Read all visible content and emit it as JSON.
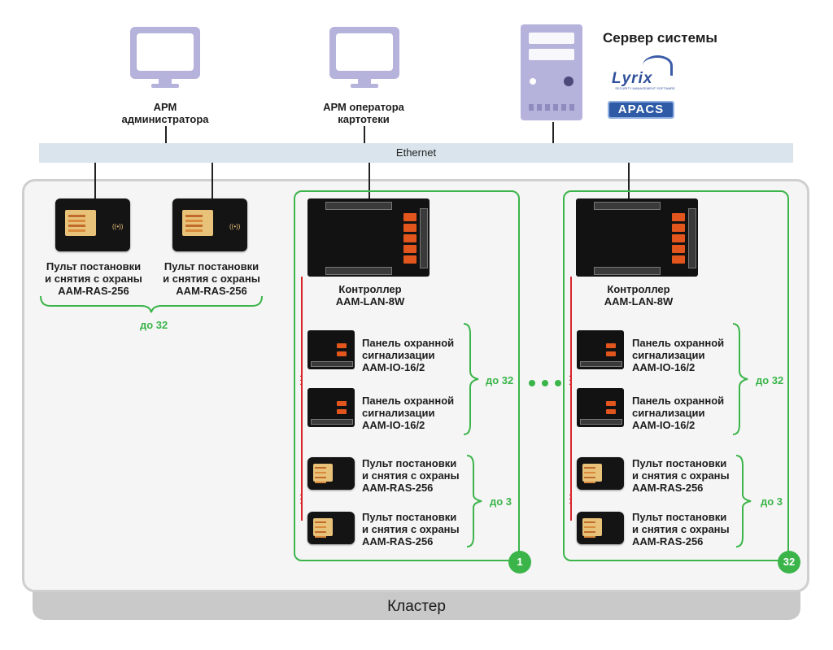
{
  "server": {
    "title": "Сервер системы",
    "logo_lyrix": "Lyrix",
    "logo_lyrix_tagline": "SECURITY MANAGEMENT SOFTWARE",
    "logo_apacs": "APACS"
  },
  "workstations": {
    "admin_line1": "АРМ",
    "admin_line2": "администратора",
    "operator_line1": "АРМ оператора",
    "operator_line2": "картотеки"
  },
  "network": {
    "ethernet": "Ethernet"
  },
  "keypad": {
    "line1": "Пульт постановки",
    "line2": "и снятия с охраны",
    "line3": "AAM-RAS-256"
  },
  "controller": {
    "line1": "Контроллер",
    "line2": "AAM-LAN-8W"
  },
  "io_panel": {
    "line1": "Панель охранной",
    "line2": "сигнализации",
    "line3": "AAM-IO-16/2"
  },
  "counts": {
    "up_to_32": "до 32",
    "up_to_3": "до 3"
  },
  "badges": {
    "first": "1",
    "last": "32"
  },
  "cluster": {
    "title": "Кластер"
  },
  "colors": {
    "accent_green": "#3bb54a",
    "rs485_red": "#d9262b",
    "device_purple": "#b5b2dc",
    "ethernet_bar": "#d9e4ec"
  }
}
